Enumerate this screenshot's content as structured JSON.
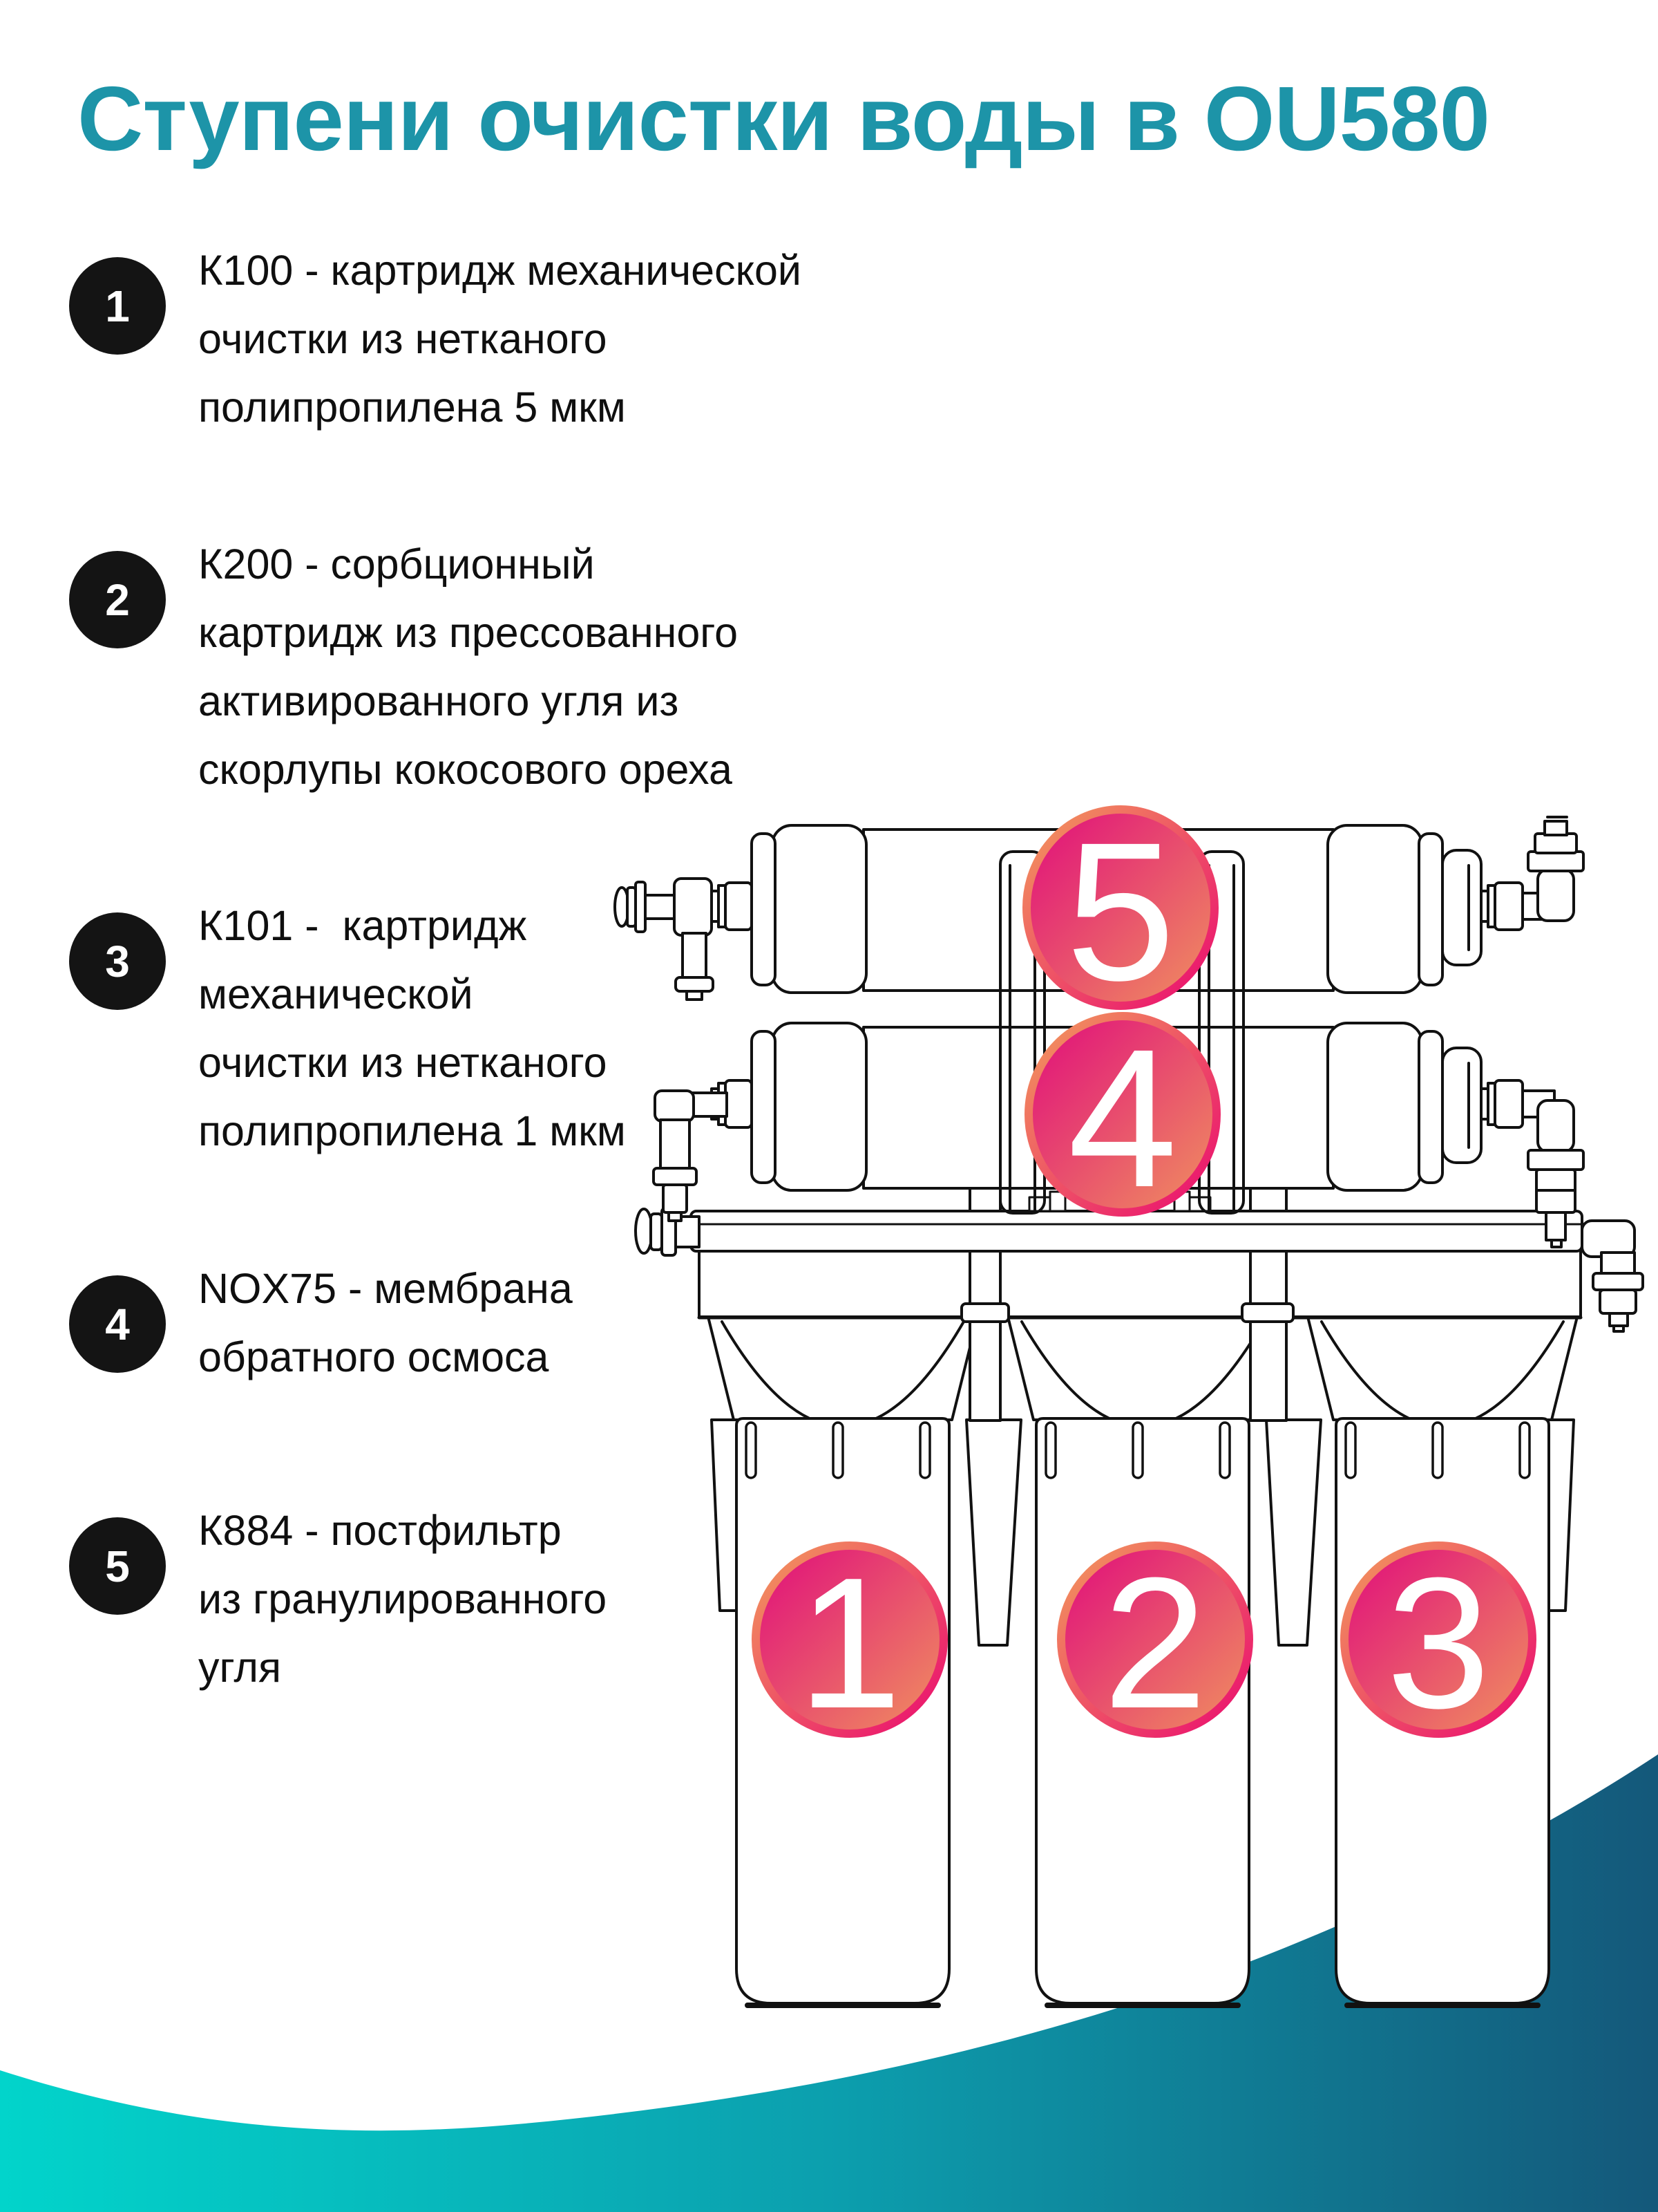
{
  "title": {
    "text": "Ступени очистки воды в OU580",
    "color": "#1d94a8"
  },
  "steps": [
    {
      "num": "1",
      "lines": [
        "К100 - картридж механической",
        "очистки из нетканого",
        "полипропилена 5 мкм"
      ]
    },
    {
      "num": "2",
      "lines": [
        "К200 - сорбционный",
        "картридж из прессованного",
        "активированного угля из",
        "скорлупы кокосового ореха"
      ]
    },
    {
      "num": "3",
      "lines": [
        "К101 -  картридж",
        "механической",
        "очистки из нетканого",
        "полипропилена 1 мкм"
      ]
    },
    {
      "num": "4",
      "lines": [
        "NOX75 - мембрана",
        "обратного осмоса"
      ]
    },
    {
      "num": "5",
      "lines": [
        "К884 - постфильтр",
        "из гранулированного",
        "угля"
      ]
    }
  ],
  "diagram": {
    "badges": [
      {
        "label": "1"
      },
      {
        "label": "2"
      },
      {
        "label": "3"
      },
      {
        "label": "4"
      },
      {
        "label": "5"
      }
    ],
    "colors": {
      "badge_fill_start": "#e00b7c",
      "badge_fill_end": "#f0925f",
      "badge_ring_start": "#f29a5c",
      "badge_ring_end": "#ea0a70",
      "line_color": "#111111",
      "bullet_color": "#141414"
    }
  },
  "wave": {
    "left": "#02d4cb",
    "mid": "#0c9fae",
    "right": "#14587a"
  }
}
